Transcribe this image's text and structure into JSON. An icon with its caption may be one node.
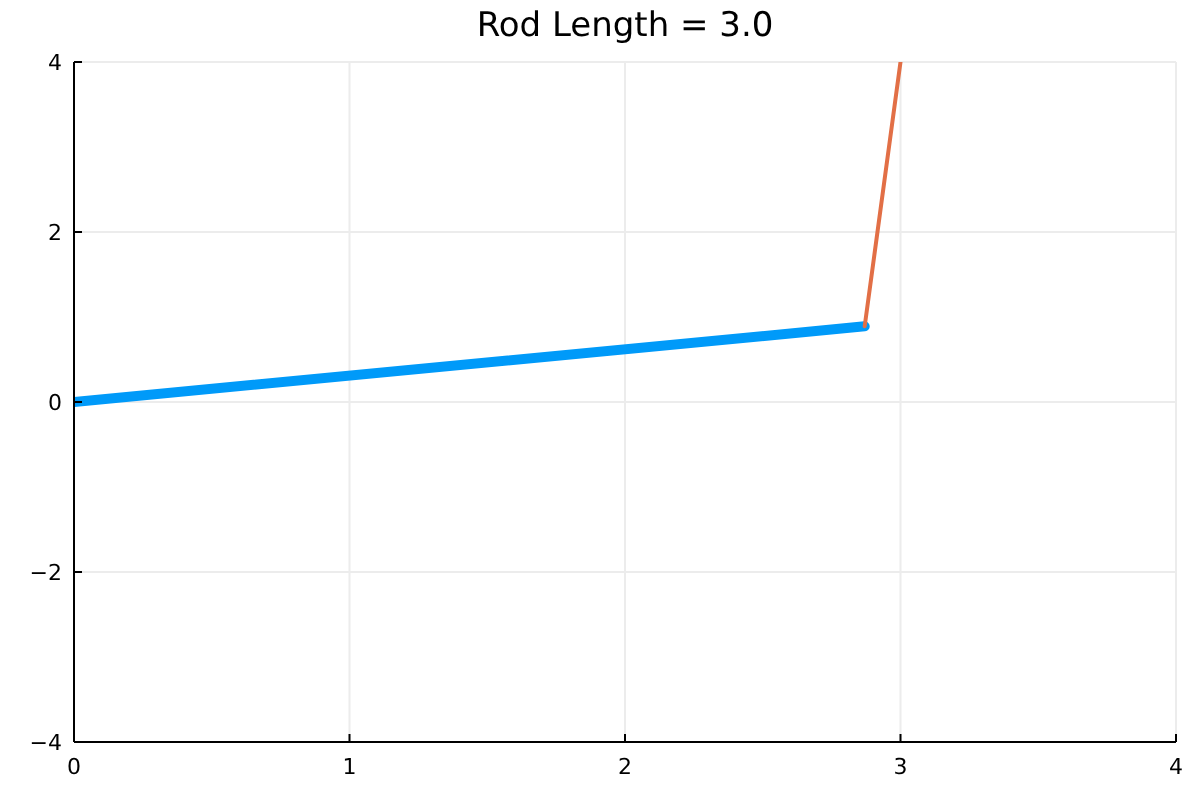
{
  "diagram": {
    "chart_data": {
      "type": "line",
      "title": "Rod Length = 3.0",
      "x": [
        0,
        2.87,
        3.0
      ],
      "series": [
        {
          "color": "#009af9",
          "values": [
            0,
            0.89,
            null
          ]
        },
        {
          "color": "#e26f46",
          "values": [
            null,
            0.89,
            4.0
          ]
        }
      ],
      "grid": true,
      "xlim": [
        0,
        4
      ],
      "ylim": [
        -4,
        4
      ],
      "xticks": [
        0,
        1,
        2,
        3,
        4
      ],
      "yticks": [
        -4,
        -2,
        0,
        2,
        4
      ]
    }
  }
}
